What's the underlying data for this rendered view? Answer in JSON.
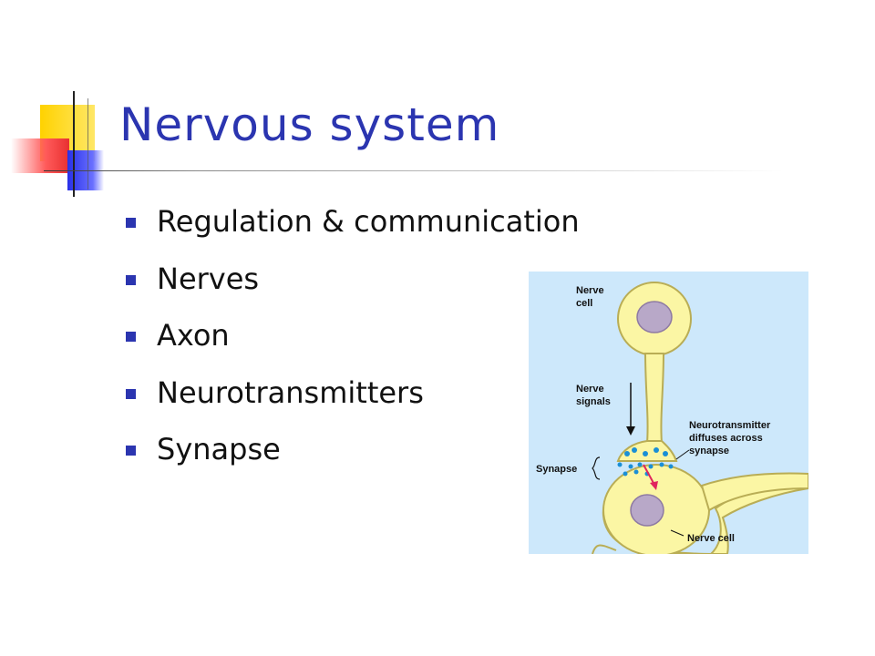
{
  "slide": {
    "title": "Nervous system",
    "bullets": [
      "Regulation & communication",
      "Nerves",
      "Axon",
      "Neurotransmitters",
      "Synapse"
    ]
  },
  "diagram": {
    "labels": {
      "nerve_cell_top_line1": "Nerve",
      "nerve_cell_top_line2": "cell",
      "nerve_signals_line1": "Nerve",
      "nerve_signals_line2": "signals",
      "neurotransmitter_line1": "Neurotransmitter",
      "neurotransmitter_line2": "diffuses across",
      "neurotransmitter_line3": "synapse",
      "synapse": "Synapse",
      "nerve_cell_bottom": "Nerve cell"
    }
  },
  "colors": {
    "title": "#2b35b0",
    "bullet": "#2b35b0",
    "diagram_bg": "#cde8fb",
    "cell_fill": "#fbf6a4",
    "cell_stroke": "#b9ad55",
    "nucleus": "#b8a8c8",
    "vesicle": "#1a8fd6",
    "arrow": "#e0245e"
  }
}
